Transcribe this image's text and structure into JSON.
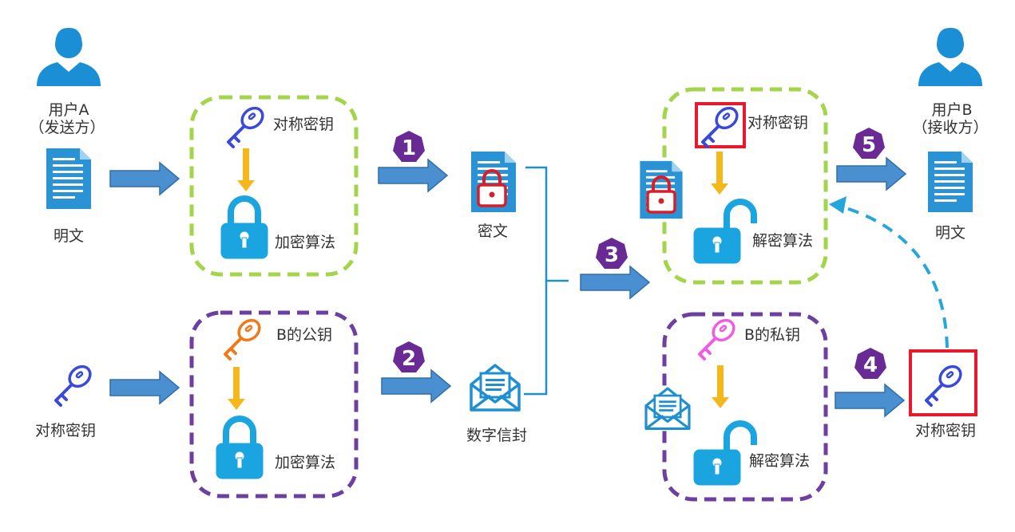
{
  "sender": {
    "name": "用户A",
    "role": "（发送方）"
  },
  "receiver": {
    "name": "用户B",
    "role": "（接收方）"
  },
  "labels": {
    "plaintext_left": "明文",
    "plaintext_right": "明文",
    "sym_key_left": "对称密钥",
    "sym_key_right": "对称密钥",
    "ciphertext": "密文",
    "envelope": "数字信封"
  },
  "boxes": {
    "encrypt_sym": {
      "key": "对称密钥",
      "algo": "加密算法"
    },
    "encrypt_pub": {
      "key": "B的公钥",
      "algo": "加密算法"
    },
    "decrypt_sym": {
      "key": "对称密钥",
      "algo": "解密算法"
    },
    "decrypt_priv": {
      "key": "B的私钥",
      "algo": "解密算法"
    }
  },
  "steps": [
    "1",
    "2",
    "3",
    "4",
    "5"
  ],
  "colors": {
    "user_icon": "#1a8fd6",
    "doc": "#2a93d5",
    "lock": "#1ba5e0",
    "arrow_fill": "#4a8fd0",
    "arrow_stroke": "#2f6fae",
    "down_arrow": "#f5b81c",
    "green_dash": "#a3d54a",
    "purple_dash": "#6d3fa0",
    "step_badge": "#6a2a95",
    "red_lock": "#d81e2a",
    "red_frame": "#e8192c",
    "key_blue": "#3949d8",
    "key_orange": "#f07a1a",
    "key_pink": "#f05ce0",
    "dashed_return": "#25a7dc"
  },
  "icons": [
    "user-icon",
    "document-icon",
    "key-icon",
    "lock-icon",
    "unlock-icon",
    "envelope-icon"
  ]
}
